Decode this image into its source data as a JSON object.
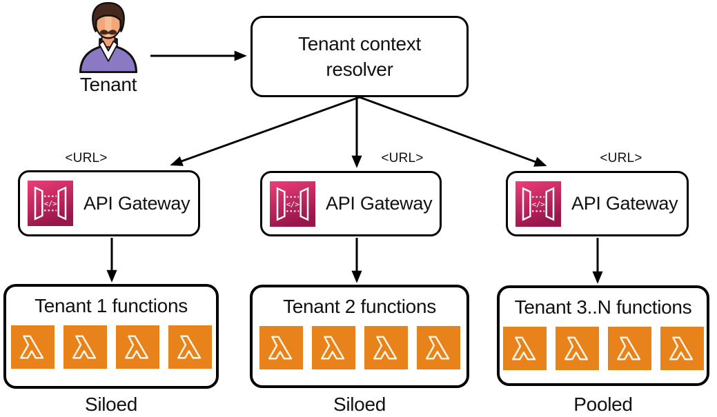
{
  "diagram": {
    "person": {
      "label": "Tenant"
    },
    "resolver": {
      "label": "Tenant context resolver"
    },
    "url_label": "<URL>",
    "gateways": [
      {
        "label": "API Gateway"
      },
      {
        "label": "API Gateway"
      },
      {
        "label": "API Gateway"
      }
    ],
    "function_groups": [
      {
        "title": "Tenant 1 functions",
        "mode": "Siloed",
        "lambda_count": 4
      },
      {
        "title": "Tenant 2 functions",
        "mode": "Siloed",
        "lambda_count": 4
      },
      {
        "title": "Tenant 3..N functions",
        "mode": "Pooled",
        "lambda_count": 4
      }
    ],
    "icons": {
      "person_icon": "tenant-user",
      "gateway_icon": "api-gateway",
      "lambda_icon": "aws-lambda",
      "api_gateway_code": "</>"
    },
    "colors": {
      "outline": "#000000",
      "gateway_pink_top": "#EE3D78",
      "gateway_pink_bottom": "#97164B",
      "lambda_orange": "#E8821B",
      "sweater_purple": "#8C79C4",
      "skin": "#F2A77B",
      "hair_brown": "#46281C"
    }
  }
}
